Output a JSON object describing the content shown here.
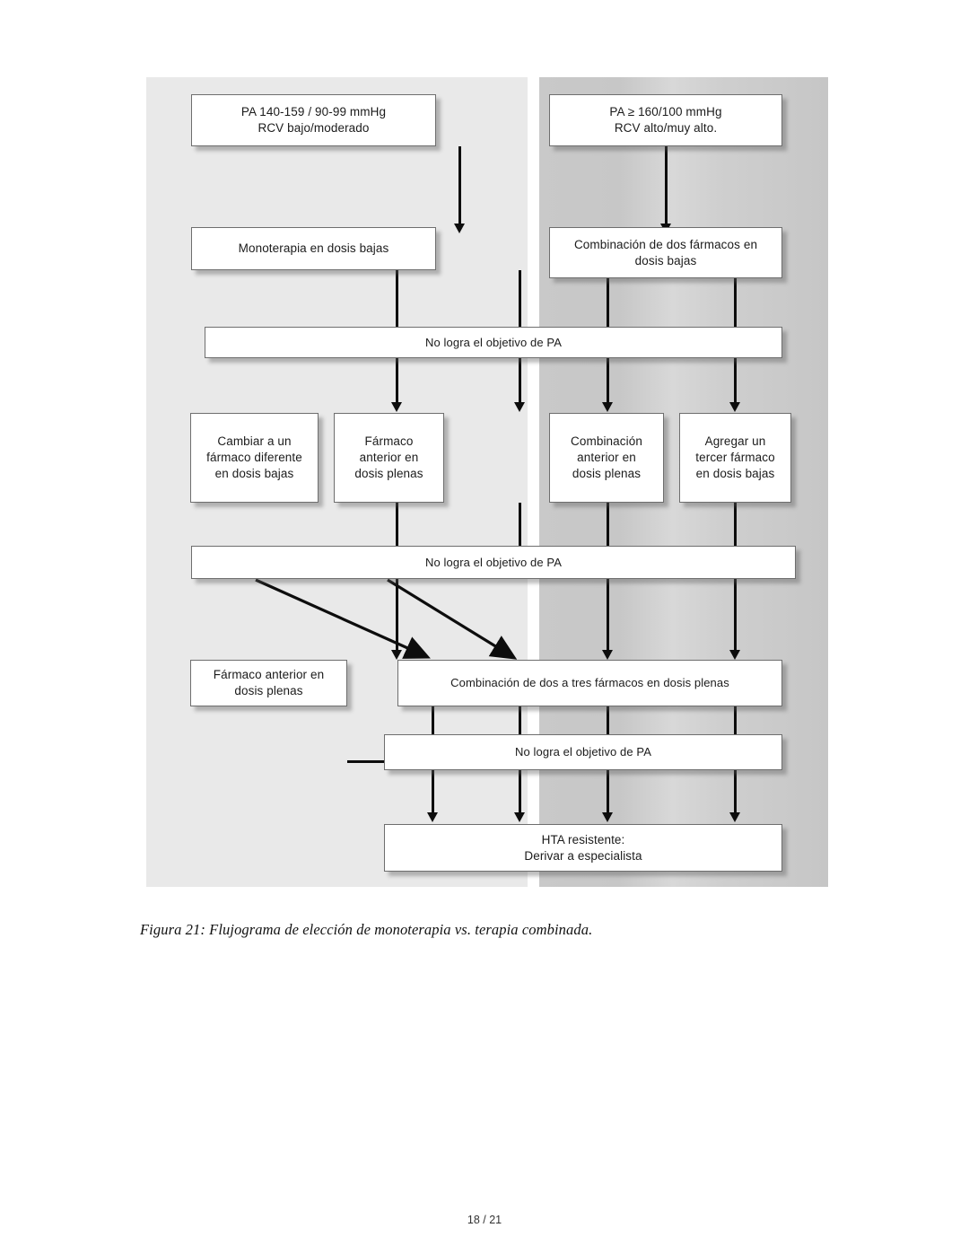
{
  "document": {
    "caption": "Figura 21: Flujograma de elección de monoterapia vs. terapia combinada.",
    "footer": "18 / 21"
  },
  "colors": {
    "panel_left_bg": "#e9e9e9",
    "panel_right_bg": "#c9c9c9",
    "node_bg": "#ffffff",
    "node_border": "#6e6e6e",
    "connector": "#0d0d0d"
  },
  "chart_data": {
    "type": "diagram",
    "title": "Flujograma de elección de monoterapia vs. terapia combinada",
    "columns": [
      {
        "id": "left",
        "label": "PA 140-159 / 90-99 mmHg — RCV bajo/moderado"
      },
      {
        "id": "right",
        "label": "PA ≥ 160/100 mmHg — RCV alto/muy alto."
      }
    ],
    "nodes": [
      {
        "id": "n1",
        "text": "PA 140-159 / 90-99 mmHg\nRCV bajo/moderado"
      },
      {
        "id": "n2",
        "text": "PA ≥ 160/100 mmHg\nRCV alto/muy alto."
      },
      {
        "id": "n3",
        "text": "Monoterapia en dosis bajas"
      },
      {
        "id": "n4",
        "text": "Combinación de dos fármacos en\ndosis bajas"
      },
      {
        "id": "n5",
        "text": "No logra el objetivo de PA"
      },
      {
        "id": "n6",
        "text": "Cambiar a un\nfármaco diferente\nen dosis bajas"
      },
      {
        "id": "n7",
        "text": "Fármaco\nanterior en\ndosis plenas"
      },
      {
        "id": "n8",
        "text": "Combinación\nanterior en\ndosis plenas"
      },
      {
        "id": "n9",
        "text": "Agregar un\ntercer fármaco\nen dosis bajas"
      },
      {
        "id": "n10",
        "text": "No logra el objetivo de PA"
      },
      {
        "id": "n11",
        "text": "Fármaco anterior en\ndosis plenas"
      },
      {
        "id": "n12",
        "text": "Combinación de dos a tres fármacos en dosis plenas"
      },
      {
        "id": "n13",
        "text": "No logra el objetivo de PA"
      },
      {
        "id": "n14",
        "text": "HTA resistente:\nDerivar a especialista"
      }
    ],
    "edges": [
      {
        "from": "n1",
        "to": "n3",
        "kind": "vertical"
      },
      {
        "from": "n2",
        "to": "n4",
        "kind": "vertical"
      },
      {
        "from": "n3",
        "to": "n5",
        "kind": "vertical"
      },
      {
        "from": "n4",
        "to": "n5",
        "kind": "vertical"
      },
      {
        "from": "n5",
        "to": "n6",
        "kind": "vertical"
      },
      {
        "from": "n5",
        "to": "n7",
        "kind": "vertical"
      },
      {
        "from": "n5",
        "to": "n8",
        "kind": "vertical"
      },
      {
        "from": "n5",
        "to": "n9",
        "kind": "vertical"
      },
      {
        "from": "n6",
        "to": "n10",
        "kind": "vertical"
      },
      {
        "from": "n7",
        "to": "n10",
        "kind": "vertical"
      },
      {
        "from": "n8",
        "to": "n10",
        "kind": "vertical"
      },
      {
        "from": "n9",
        "to": "n10",
        "kind": "vertical"
      },
      {
        "from": "n10",
        "to": "n11",
        "kind": "vertical"
      },
      {
        "from": "n10",
        "to": "n12",
        "kind": "diagonal"
      },
      {
        "from": "n10",
        "to": "n12",
        "kind": "diagonal"
      },
      {
        "from": "n10",
        "to": "n12",
        "kind": "vertical"
      },
      {
        "from": "n11",
        "to": "n12",
        "kind": "horizontal"
      },
      {
        "from": "n12",
        "to": "n13",
        "kind": "vertical"
      },
      {
        "from": "n13",
        "to": "n14",
        "kind": "vertical"
      }
    ]
  }
}
